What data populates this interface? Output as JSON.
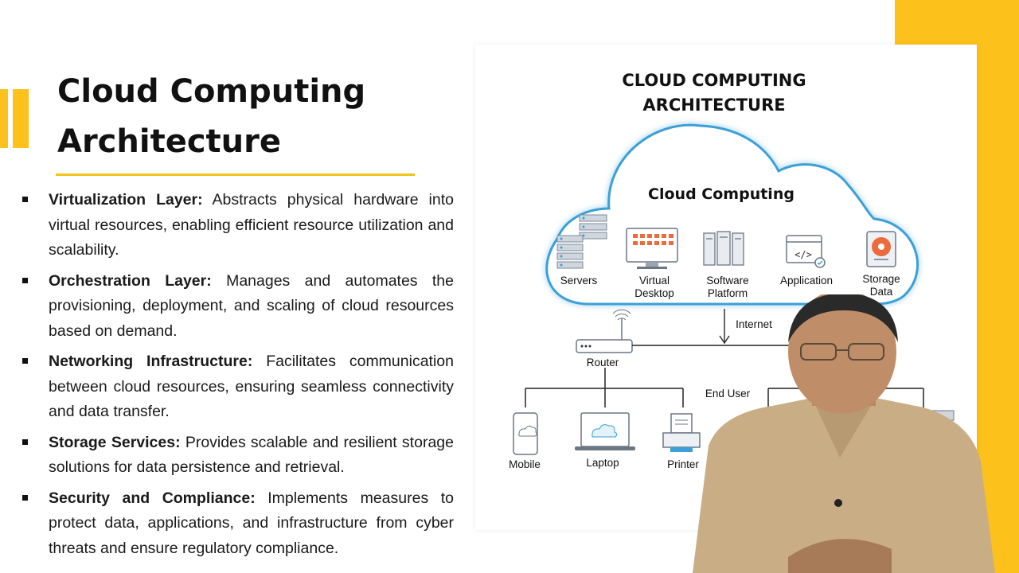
{
  "slide": {
    "title_line1": "Cloud Computing",
    "title_line2": "Architecture",
    "bullets": [
      {
        "term": "Virtualization Layer:",
        "text": " Abstracts physical hardware into virtual resources, enabling efficient resource utilization and scalability."
      },
      {
        "term": "Orchestration Layer:",
        "text": " Manages and automates the provisioning, deployment, and scaling of cloud resources based on demand."
      },
      {
        "term": "Networking Infrastructure:",
        "text": " Facilitates communication between cloud resources, ensuring seamless connectivity and data transfer."
      },
      {
        "term": "Storage Services:",
        "text": " Provides scalable and resilient storage solutions for data persistence and retrieval."
      },
      {
        "term": "Security and Compliance:",
        "text": " Implements measures to protect data, applications, and infrastructure from cyber threats and ensure regulatory compliance."
      }
    ]
  },
  "diagram": {
    "title_line1": "CLOUD COMPUTING",
    "title_line2": "ARCHITECTURE",
    "cloud_label": "Cloud Computing",
    "services": {
      "servers": "Servers",
      "virtual_desktop": [
        "Virtual",
        "Desktop"
      ],
      "software_platform": [
        "Software",
        "Platform"
      ],
      "application": "Application",
      "storage_data": [
        "Storage",
        "Data"
      ]
    },
    "internet": "Internet",
    "router": "Router",
    "end_user": "End User",
    "devices": {
      "mobile": "Mobile",
      "laptop": "Laptop",
      "printer": "Printer"
    }
  },
  "colors": {
    "accent_yellow": "#fcc21b",
    "cloud_stroke": "#3ba0d8",
    "device_accent": "#ec6a3b"
  }
}
